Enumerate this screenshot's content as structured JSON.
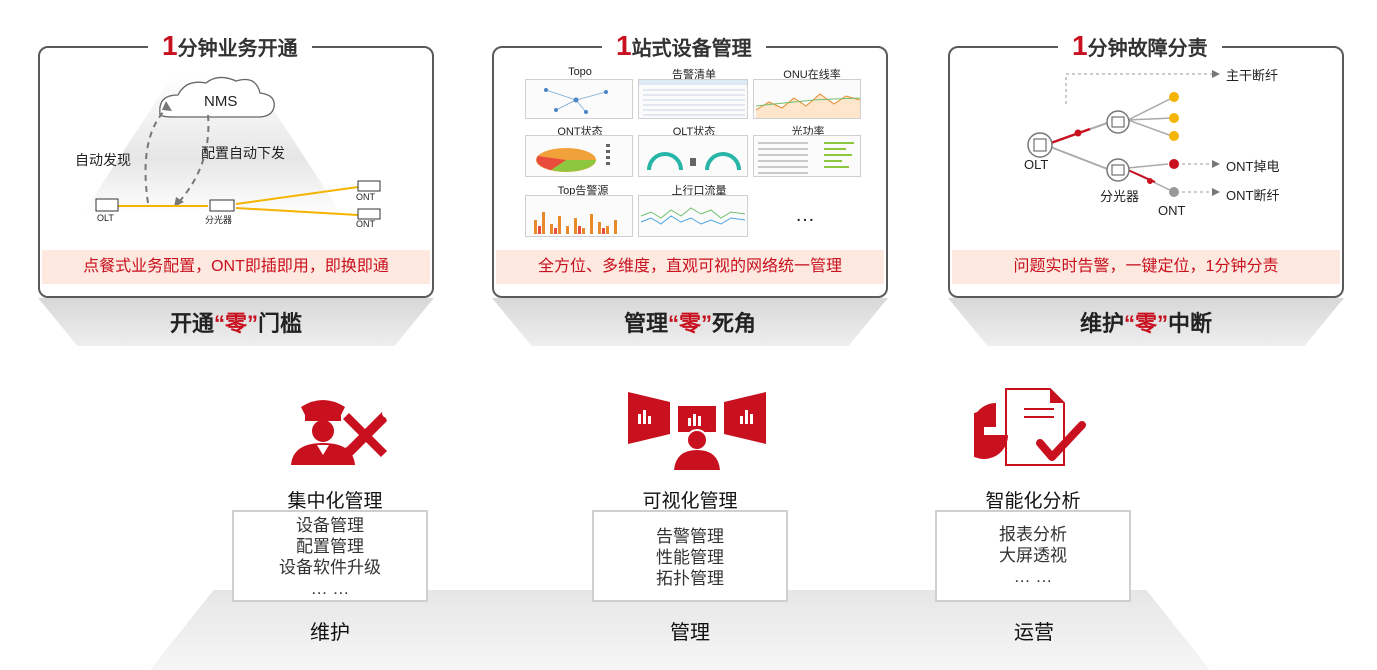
{
  "cards": [
    {
      "title_num": "1",
      "title_text": "分钟业务开通",
      "caption": "点餐式业务配置，ONT即插即用，即换即通",
      "stand_pre": "开通",
      "stand_zero": "“零”",
      "stand_post": "门槛",
      "diagram": {
        "cloud": "NMS",
        "auto_discover": "自动发现",
        "auto_config": "配置自动下发",
        "olt": "OLT",
        "splitter": "分光器",
        "ont_1": "ONT",
        "ont_2": "ONT"
      }
    },
    {
      "title_num": "1",
      "title_text": "站式设备管理",
      "caption": "全方位、多维度，直观可视的网络统一管理",
      "stand_pre": "管理",
      "stand_zero": "“零”",
      "stand_post": "死角",
      "thumbs": {
        "topo": "Topo",
        "alarm_list": "告警清单",
        "onu_online": "ONU在线率",
        "ont_status": "ONT状态",
        "olt_status": "OLT状态",
        "optical_power": "光功率",
        "top_alarm": "Top告警源",
        "uplink_traffic": "上行口流量",
        "more": "…"
      }
    },
    {
      "title_num": "1",
      "title_text": "分钟故障分责",
      "caption": "问题实时告警，一键定位，1分钟分责",
      "stand_pre": "维护",
      "stand_zero": "“零”",
      "stand_post": "中断",
      "diagram": {
        "trunk_break": "主干断纤",
        "olt": "OLT",
        "splitter": "分光器",
        "ont": "ONT",
        "ont_power_off": "ONT掉电",
        "ont_fiber_break": "ONT断纤"
      }
    }
  ],
  "pillars": [
    {
      "title": "集中化管理",
      "items": [
        "设备管理",
        "配置管理",
        "设备软件升级",
        "… …"
      ],
      "foot": "维护",
      "icon": "technician-tools-icon"
    },
    {
      "title": "可视化管理",
      "items": [
        "告警管理",
        "性能管理",
        "拓扑管理"
      ],
      "foot": "管理",
      "icon": "presenter-screens-icon"
    },
    {
      "title": "智能化分析",
      "items": [
        "报表分析",
        "大屏透视",
        "… …"
      ],
      "foot": "运营",
      "icon": "report-pie-check-icon"
    }
  ],
  "colors": {
    "accent": "#c8101e",
    "caption_bg": "#fde9df",
    "fiber": "#f5b400"
  }
}
